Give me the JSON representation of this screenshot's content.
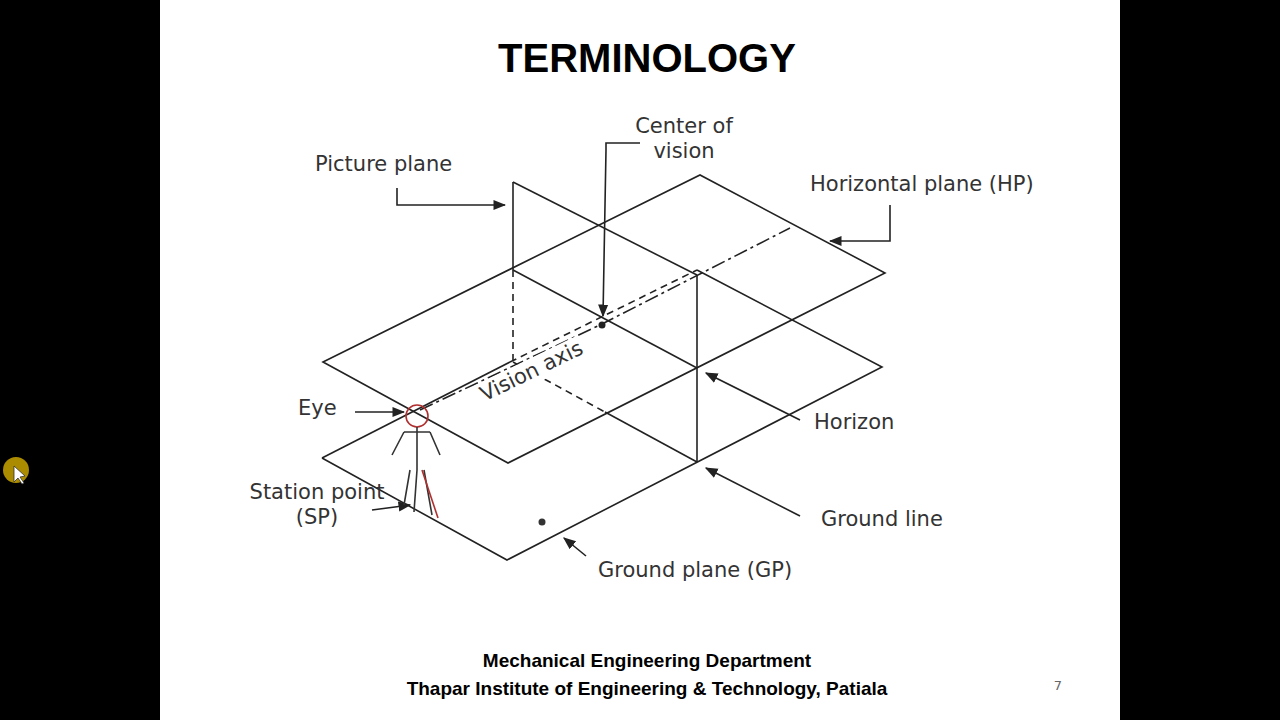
{
  "diagram": {
    "title": "TERMINOLOGY",
    "labels": [
      "Picture plane",
      "Center of vision",
      "Horizontal plane (HP)",
      "Vision axis",
      "Eye",
      "Horizon",
      "Station point (SP)",
      "Ground line",
      "Ground plane (GP)",
      "Mechanical Engineering Department",
      "Thapar Institute of Engineering & Technology, Patiala",
      "7"
    ]
  }
}
